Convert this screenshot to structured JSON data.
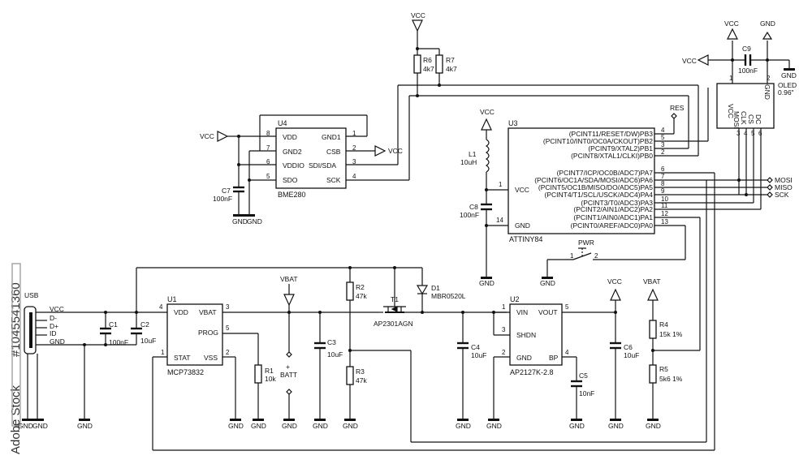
{
  "watermark": {
    "stock": "Adobe Stock",
    "id": "#1045541360"
  },
  "power": {
    "vcc": "VCC",
    "gnd": "GND",
    "vbat": "VBAT"
  },
  "u4": {
    "ref": "U4",
    "name": "BME280",
    "left_pins": [
      {
        "num": "8",
        "name": "VDD"
      },
      {
        "num": "7",
        "name": "GND2"
      },
      {
        "num": "6",
        "name": "VDDIO"
      },
      {
        "num": "5",
        "name": "SDO"
      }
    ],
    "right_pins": [
      {
        "num": "1",
        "name": "GND1"
      },
      {
        "num": "2",
        "name": "CSB"
      },
      {
        "num": "3",
        "name": "SDI/SDA"
      },
      {
        "num": "4",
        "name": "SCK"
      }
    ]
  },
  "u3": {
    "ref": "U3",
    "name": "ATTINY84",
    "left_pins": [
      {
        "num": "1",
        "name": "VCC"
      },
      {
        "num": "14",
        "name": "GND"
      }
    ],
    "right_pins": [
      {
        "num": "4",
        "name": "(PCINT11/RESET/DW)PB3"
      },
      {
        "num": "5",
        "name": "(PCINT10/INT0/OC0A/CKOUT)PB2"
      },
      {
        "num": "3",
        "name": "(PCINT9/XTAL2)PB1"
      },
      {
        "num": "2",
        "name": "(PCINT8/XTAL1/CLKI)PB0"
      },
      {
        "num": "6",
        "name": "(PCINT7/ICP/OC0B/ADC7)PA7"
      },
      {
        "num": "7",
        "name": "(PCINT6/OC1A/SDA/MOSI/ADC6)PA6"
      },
      {
        "num": "8",
        "name": "(PCINT5/OC1B/MISO/DO/ADC5)PA5"
      },
      {
        "num": "9",
        "name": "(PCINT4/T1/SCL/USCK/ADC4)PA4"
      },
      {
        "num": "10",
        "name": "(PCINT3/T0/ADC3)PA3"
      },
      {
        "num": "11",
        "name": "(PCINT2/AIN1/ADC2)PA2"
      },
      {
        "num": "12",
        "name": "(PCINT1/AIN0/ADC1)PA1"
      },
      {
        "num": "13",
        "name": "(PCINT0/AREF/ADC0)PA0"
      }
    ]
  },
  "oled": {
    "name": "OLED",
    "size": "0.96\"",
    "pins": [
      {
        "num": "1",
        "name": "VCC"
      },
      {
        "num": "2",
        "name": "GND"
      },
      {
        "num": "3",
        "name": "MOSI"
      },
      {
        "num": "4",
        "name": "CLK"
      },
      {
        "num": "5",
        "name": "CS"
      },
      {
        "num": "6",
        "name": "DC"
      }
    ]
  },
  "u1": {
    "ref": "U1",
    "name": "MCP73832",
    "pins": {
      "vdd": "VDD",
      "vbat": "VBAT",
      "prog": "PROG",
      "stat": "STAT",
      "vss": "VSS",
      "n1": "1",
      "n2": "2",
      "n3": "3",
      "n4": "4",
      "n5": "5"
    }
  },
  "u2": {
    "ref": "U2",
    "name": "AP2127K-2.8",
    "pins": {
      "vin": "VIN",
      "vout": "VOUT",
      "shdn": "SHDN",
      "gnd": "GND",
      "bp": "BP",
      "n1": "1",
      "n2": "2",
      "n3": "3",
      "n4": "4",
      "n5": "5"
    }
  },
  "usb": {
    "label": "USB",
    "pins": [
      "VCC",
      "D-",
      "D+",
      "ID",
      "GND"
    ]
  },
  "components": {
    "r6": {
      "ref": "R6",
      "val": "4k7"
    },
    "r7": {
      "ref": "R7",
      "val": "4k7"
    },
    "c7": {
      "ref": "C7",
      "val": "100nF"
    },
    "c9": {
      "ref": "C9",
      "val": "100nF"
    },
    "l1": {
      "ref": "L1",
      "val": "10uH"
    },
    "c8": {
      "ref": "C8",
      "val": "100nF"
    },
    "c1": {
      "ref": "C1",
      "val": "100nF"
    },
    "c2": {
      "ref": "C2",
      "val": "10uF"
    },
    "r1": {
      "ref": "R1",
      "val": "10k"
    },
    "r2": {
      "ref": "R2",
      "val": "47k"
    },
    "r3": {
      "ref": "R3",
      "val": "47k"
    },
    "c3": {
      "ref": "C3",
      "val": "10uF"
    },
    "batt": {
      "ref": "BATT",
      "plus": "+"
    },
    "t1": {
      "ref": "T1",
      "val": "AP2301AGN"
    },
    "d1": {
      "ref": "D1",
      "val": "MBR0520L"
    },
    "c4": {
      "ref": "C4",
      "val": "10uF"
    },
    "c5": {
      "ref": "C5",
      "val": "10nF"
    },
    "c6": {
      "ref": "C6",
      "val": "10uF"
    },
    "r4": {
      "ref": "R4",
      "val": "15k 1%"
    },
    "r5": {
      "ref": "R5",
      "val": "5k6 1%"
    },
    "pwr": {
      "ref": "PWR",
      "n1": "1",
      "n2": "2"
    }
  },
  "nets": {
    "res": "RES",
    "mosi": "MOSI",
    "miso": "MISO",
    "sck": "SCK"
  }
}
